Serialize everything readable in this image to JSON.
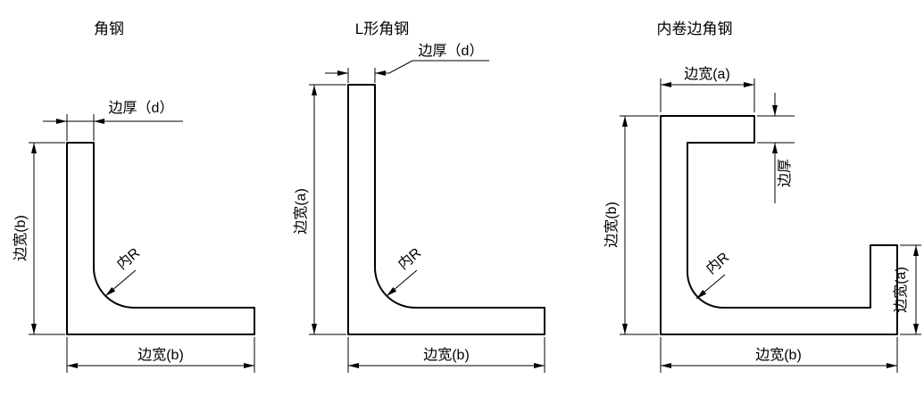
{
  "drawing": {
    "background": "#ffffff",
    "line_color": "#000000",
    "diagrams": [
      {
        "title": "角钢",
        "labels": {
          "edge_thickness": "边厚（d）",
          "edge_width_left": "边宽(b)",
          "inner_radius": "内R",
          "edge_width_bottom": "边宽(b)"
        }
      },
      {
        "title": "L形角钢",
        "labels": {
          "edge_thickness": "边厚（d）",
          "edge_width_left": "边宽(a)",
          "inner_radius": "内R",
          "edge_width_bottom": "边宽(b)"
        }
      },
      {
        "title": "内卷边角钢",
        "labels": {
          "edge_width_top": "边宽(a)",
          "edge_thickness": "边厚",
          "edge_width_left": "边宽(b)",
          "inner_radius": "内R",
          "edge_width_right": "边宽(a)",
          "edge_width_bottom": "边宽(b)"
        }
      }
    ]
  }
}
